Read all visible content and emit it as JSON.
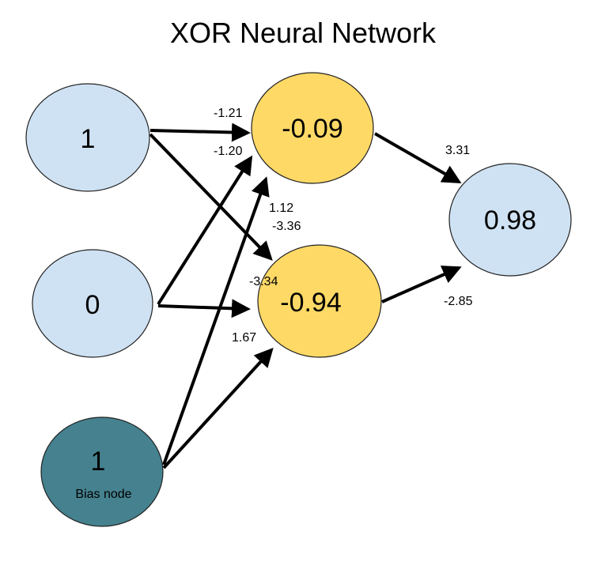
{
  "title": "XOR Neural Network",
  "colors": {
    "input_node": "#cfe2f3",
    "hidden_node": "#ffd966",
    "output_node": "#cfe2f3",
    "bias_node": "#45818e",
    "edge": "#000000"
  },
  "nodes": {
    "input1": {
      "value": "1"
    },
    "input2": {
      "value": "0"
    },
    "bias": {
      "value": "1",
      "label": "Bias node"
    },
    "hidden1": {
      "value": "-0.09"
    },
    "hidden2": {
      "value": "-0.94"
    },
    "output": {
      "value": "0.98"
    }
  },
  "weights": {
    "in1_h1": "-1.21",
    "in2_h1": "-1.20",
    "bias_h1": "1.12",
    "in1_h2": "-3.36",
    "in2_h2": "-3.34",
    "bias_h2": "1.67",
    "h1_out": "3.31",
    "h2_out": "-2.85"
  }
}
